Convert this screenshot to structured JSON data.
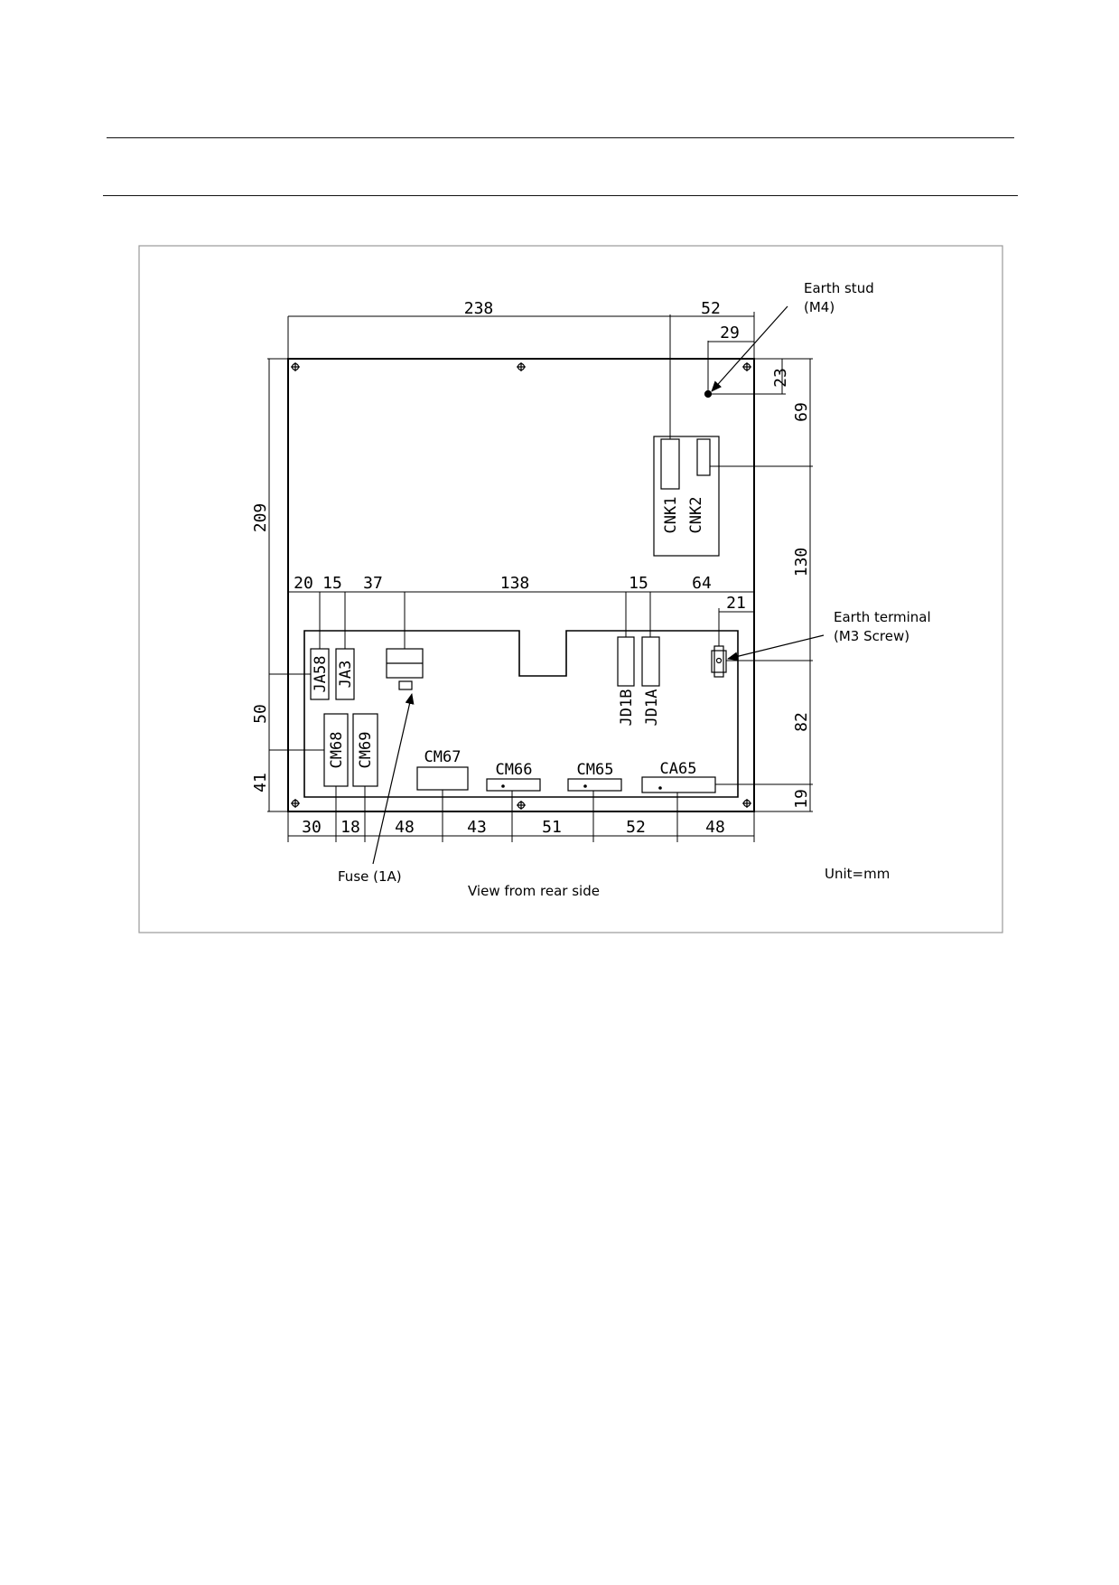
{
  "drawing": {
    "dimensions": {
      "top_overall": "238",
      "top_right": "52",
      "stud_x": "29",
      "stud_y": "23",
      "right_69": "69",
      "right_130": "130",
      "right_82": "82",
      "right_19": "19",
      "left_209": "209",
      "left_50": "50",
      "left_41": "41",
      "mid_20": "20",
      "mid_15a": "15",
      "mid_37": "37",
      "mid_138": "138",
      "mid_15b": "15",
      "mid_64": "64",
      "terminal_21": "21",
      "bot_30": "30",
      "bot_18": "18",
      "bot_48a": "48",
      "bot_43": "43",
      "bot_51": "51",
      "bot_52": "52",
      "bot_48b": "48"
    },
    "connectors": {
      "cnk1": "CNK1",
      "cnk2": "CNK2",
      "ja58": "JA58",
      "ja3": "JA3",
      "jd1b": "JD1B",
      "jd1a": "JD1A",
      "cm68": "CM68",
      "cm69": "CM69",
      "cm67": "CM67",
      "cm66": "CM66",
      "cm65": "CM65",
      "ca65": "CA65"
    },
    "notes": {
      "earth_stud_line1": "Earth stud",
      "earth_stud_line2": "(M4)",
      "earth_terminal_line1": "Earth terminal",
      "earth_terminal_line2": "(M3 Screw)",
      "fuse": "Fuse (1A)",
      "view": "View from rear side",
      "unit": "Unit=mm"
    }
  }
}
